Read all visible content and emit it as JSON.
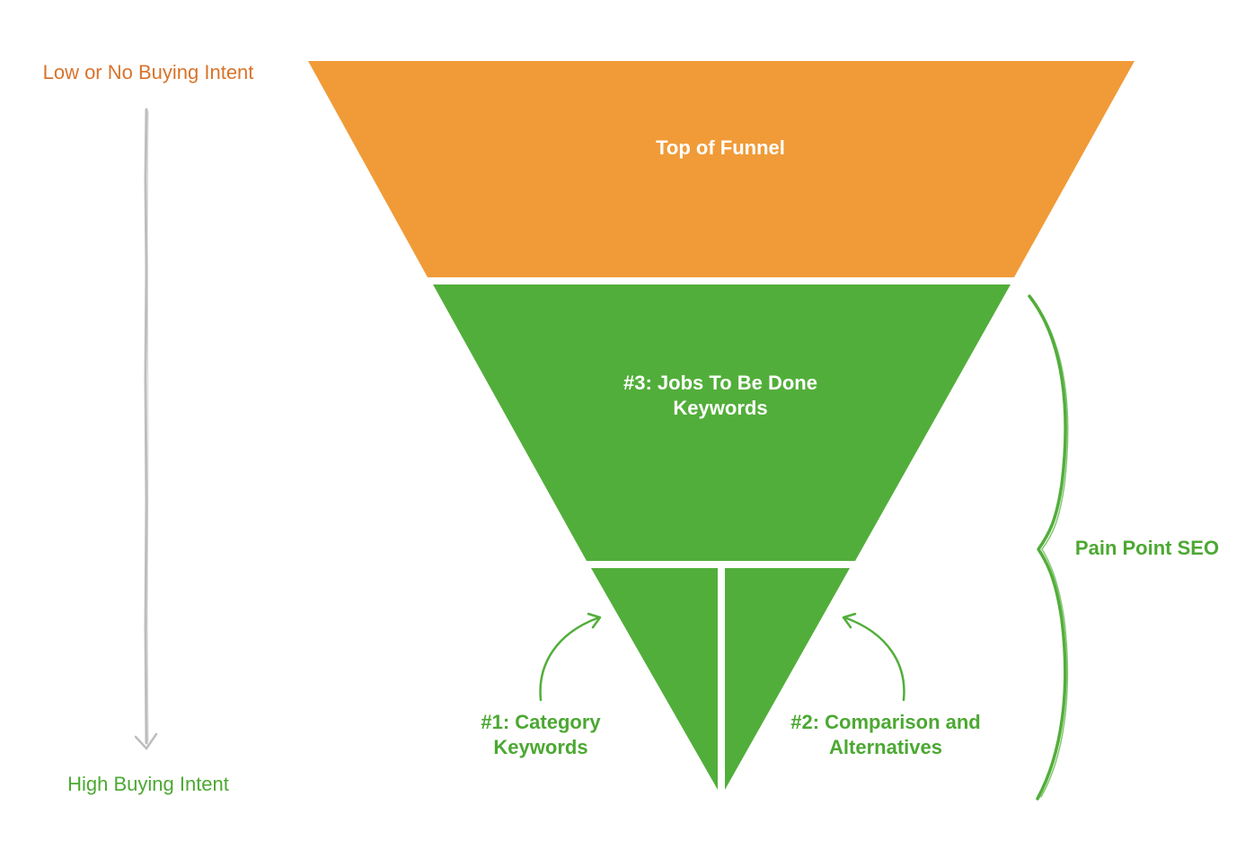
{
  "colors": {
    "orange": "#F09B38",
    "green": "#52AE3A",
    "intent_low_text": "#D9732A",
    "intent_high_text": "#4CA832",
    "arrow_gray": "#BDBDBD",
    "white": "#FFFFFF"
  },
  "intent_scale": {
    "low_label": "Low or No Buying Intent",
    "high_label": "High Buying Intent",
    "arrow_icon": "down-arrow-icon"
  },
  "funnel": {
    "top": {
      "label": "Top of Funnel",
      "color": "orange"
    },
    "middle": {
      "line1": "#3: Jobs To Be Done",
      "line2": "Keywords",
      "color": "green"
    },
    "bottom_left": {
      "line1": "#1: Category",
      "line2": "Keywords",
      "color": "green"
    },
    "bottom_right": {
      "line1": "#2: Comparison and",
      "line2": "Alternatives",
      "color": "green"
    }
  },
  "brace": {
    "label": "Pain Point SEO",
    "icon": "curly-brace-icon"
  }
}
